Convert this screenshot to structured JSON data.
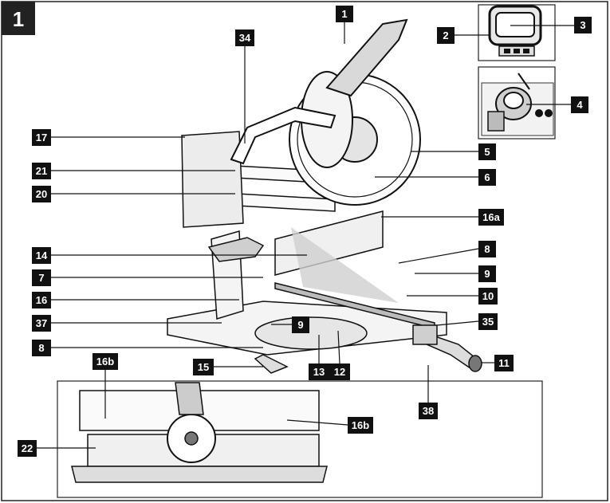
{
  "figure": {
    "number": "1"
  },
  "callouts": [
    {
      "id": "c1",
      "text": "1"
    },
    {
      "id": "c2",
      "text": "2"
    },
    {
      "id": "c3",
      "text": "3"
    },
    {
      "id": "c4",
      "text": "4"
    },
    {
      "id": "c5",
      "text": "5"
    },
    {
      "id": "c6",
      "text": "6"
    },
    {
      "id": "c16a",
      "text": "16a"
    },
    {
      "id": "c8r",
      "text": "8"
    },
    {
      "id": "c9r",
      "text": "9"
    },
    {
      "id": "c10",
      "text": "10"
    },
    {
      "id": "c35",
      "text": "35"
    },
    {
      "id": "c11",
      "text": "11"
    },
    {
      "id": "c38",
      "text": "38"
    },
    {
      "id": "c34",
      "text": "34"
    },
    {
      "id": "c17",
      "text": "17"
    },
    {
      "id": "c21",
      "text": "21"
    },
    {
      "id": "c20",
      "text": "20"
    },
    {
      "id": "c14",
      "text": "14"
    },
    {
      "id": "c7",
      "text": "7"
    },
    {
      "id": "c16",
      "text": "16"
    },
    {
      "id": "c37",
      "text": "37"
    },
    {
      "id": "c8l",
      "text": "8"
    },
    {
      "id": "c9c",
      "text": "9"
    },
    {
      "id": "c15",
      "text": "15"
    },
    {
      "id": "c13",
      "text": "13"
    },
    {
      "id": "c12",
      "text": "12"
    },
    {
      "id": "c16b1",
      "text": "16b"
    },
    {
      "id": "c16b2",
      "text": "16b"
    },
    {
      "id": "c22",
      "text": "22"
    }
  ]
}
